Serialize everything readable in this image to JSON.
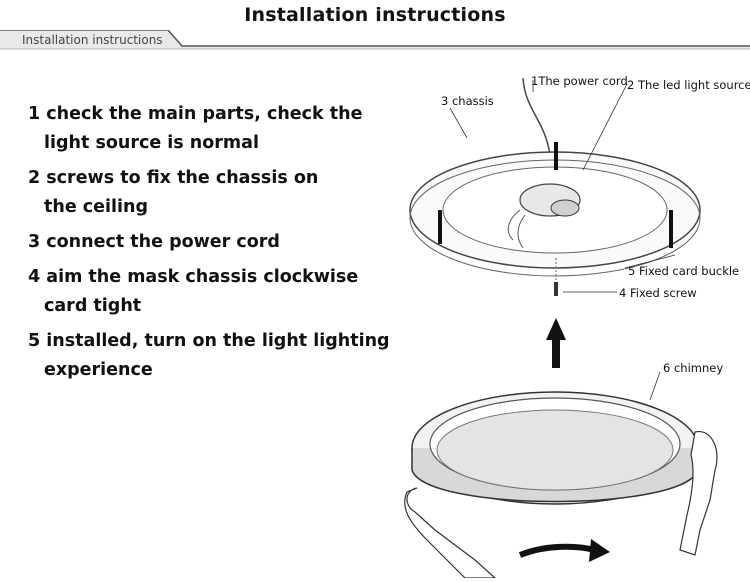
{
  "header": {
    "title": "Installation instructions",
    "tab_label": "Installation instructions"
  },
  "steps": [
    {
      "line1": "1 check the main parts, check the",
      "line2": "light source is normal"
    },
    {
      "line1": "2 screws to fix the chassis on",
      "line2": "the ceiling"
    },
    {
      "line1": "3 connect the power cord",
      "line2": ""
    },
    {
      "line1": "4 aim the mask chassis clockwise",
      "line2": "card tight"
    },
    {
      "line1": "5 installed, turn on the light lighting",
      "line2": "experience"
    }
  ],
  "diagram_labels": {
    "power_cord": "1The power cord",
    "led_source": "2 The led light source",
    "chassis": "3 chassis",
    "card_buckle": "5 Fixed card buckle",
    "fixed_screw": "4 Fixed screw",
    "chimney": "6 chimney"
  },
  "colors": {
    "accent": "#111111",
    "tab_fill": "#e6e6e6"
  }
}
